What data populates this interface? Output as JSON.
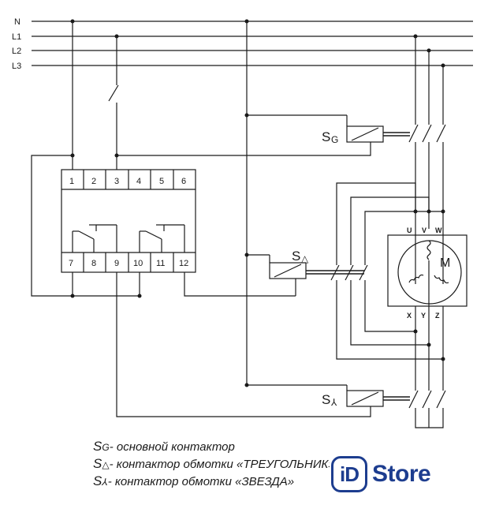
{
  "bus_labels": {
    "n": "N",
    "l1": "L1",
    "l2": "L2",
    "l3": "L3"
  },
  "relay": {
    "top_terminals": [
      "1",
      "2",
      "3",
      "4",
      "5",
      "6"
    ],
    "bottom_terminals": [
      "7",
      "8",
      "9",
      "10",
      "11",
      "12"
    ]
  },
  "contactors": {
    "main": {
      "sym": "S",
      "sub": "G"
    },
    "delta": {
      "sym": "S",
      "sub": "△"
    },
    "star": {
      "sym": "S",
      "sub": "⅄"
    }
  },
  "motor": {
    "name": "M",
    "top_terminals": [
      "U",
      "V",
      "W"
    ],
    "bottom_terminals": [
      "X",
      "Y",
      "Z"
    ]
  },
  "legend": [
    {
      "sym": "S",
      "sub": "G",
      "text": "- основной контактор"
    },
    {
      "sym": "S",
      "sub": "△",
      "text": "- контактор обмотки «ТРЕУГОЛЬНИК»"
    },
    {
      "sym": "S",
      "sub": "⅄",
      "text": "- контактор обмотки «ЗВЕЗДА»"
    }
  ],
  "logo": {
    "mark": "iD",
    "word": "Store"
  }
}
